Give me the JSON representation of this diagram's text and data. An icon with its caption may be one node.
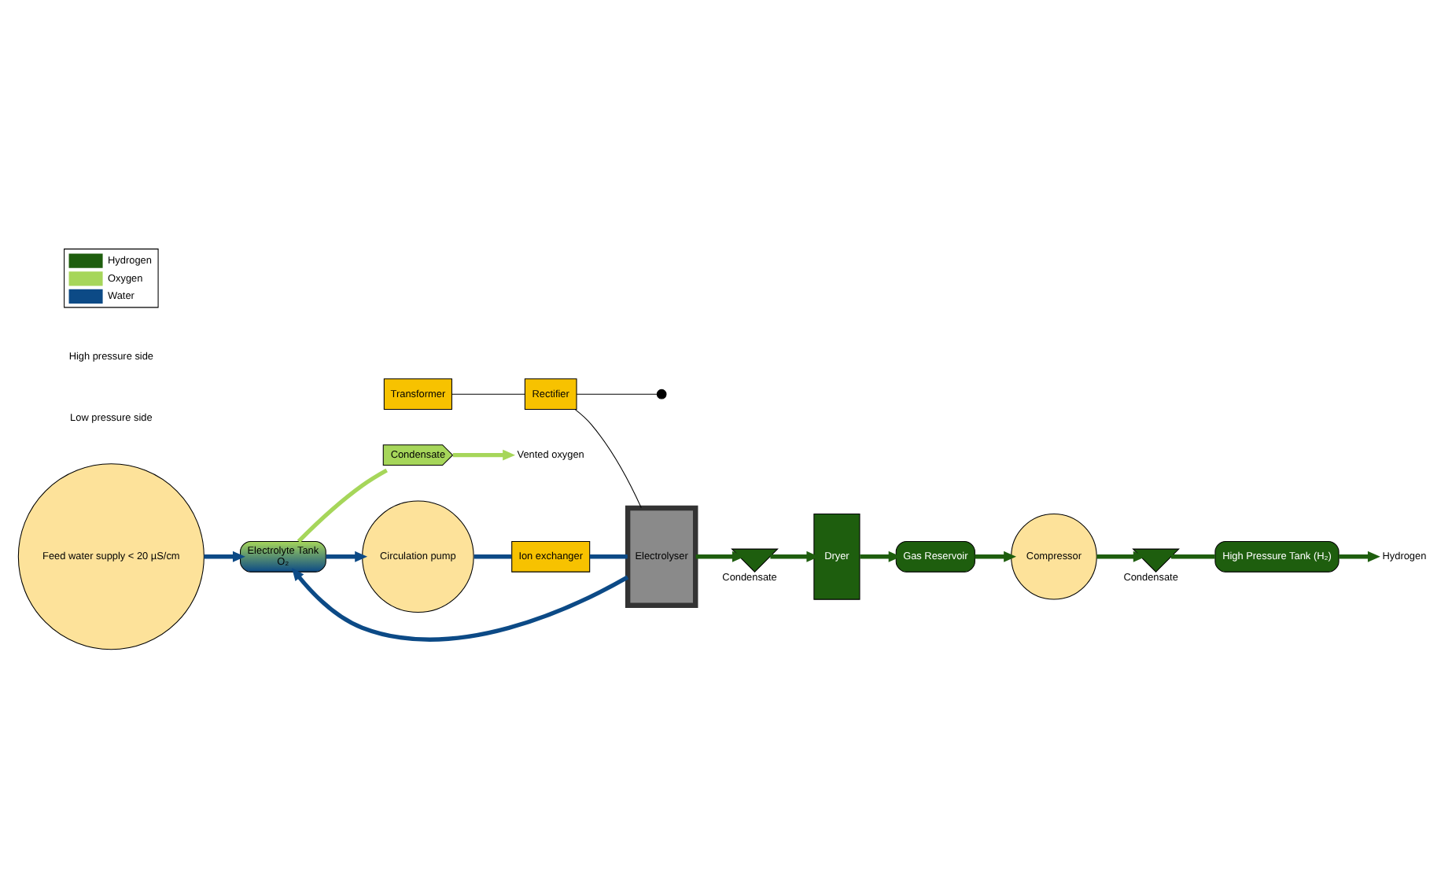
{
  "diagram": {
    "nodes": [
      {
        "text": [
          "Vented oxygen"
        ]
      },
      {
        "text": [
          "Condensate"
        ]
      },
      {
        "text": [
          "Electrolyte Tank",
          "O₂"
        ]
      },
      {
        "text": [
          "Feed water supply < 20 µS/cm"
        ]
      },
      {
        "text": [
          "Ion exchanger"
        ]
      },
      {
        "text": [
          "Circulation pump"
        ]
      },
      {
        "text": [
          "Electrolyser"
        ]
      },
      {
        "text": [
          "Condensate"
        ]
      },
      {
        "text": [
          "Dryer"
        ]
      },
      {
        "text": [
          "Gas Reservoir"
        ]
      },
      {
        "text": [
          "Compressor"
        ]
      },
      {
        "text": [
          "Condensate"
        ]
      },
      {
        "text": [
          "High Pressure Tank (H₂)"
        ]
      },
      {
        "text": [
          "Hydrogen"
        ]
      },
      {
        "text": [
          "Transformer"
        ]
      },
      {
        "text": [
          "Rectifier"
        ]
      },
      {
        "text": [],
        "shape": "ground"
      }
    ],
    "edges": [
      {
        "from": 2,
        "to": 1,
        "arrow": "none",
        "color": "#a6d65a"
      },
      {
        "from": 1,
        "to": 0,
        "arrow": "to",
        "color": "#a6d65a"
      },
      {
        "from": 3,
        "to": 2,
        "arrow": "to",
        "color": "#0c4a86"
      },
      {
        "from": 6,
        "to": 2,
        "arrow": "to",
        "color": "#0c4a86"
      },
      {
        "from": 2,
        "to": 5,
        "arrow": "to",
        "color": "#0c4a86"
      },
      {
        "from": 5,
        "to": 4,
        "arrow": "none",
        "color": "#0c4a86"
      },
      {
        "from": 4,
        "to": 6,
        "arrow": "none",
        "color": "#0c4a86"
      },
      {
        "from": 6,
        "to": 7,
        "arrow": "to"
      },
      {
        "from": 7,
        "to": 8,
        "arrow": "to"
      },
      {
        "from": 8,
        "to": 9,
        "arrow": "to"
      },
      {
        "from": 9,
        "to": 10,
        "arrow": "to"
      },
      {
        "from": 10,
        "to": 11,
        "arrow": "to"
      },
      {
        "from": 11,
        "to": 12,
        "arrow": "none"
      },
      {
        "from": 12,
        "to": 13,
        "arrow": "to"
      },
      {
        "from": 14,
        "to": 15,
        "arrow": "none",
        "color": "#000000"
      },
      {
        "from": 15,
        "to": 6,
        "arrow": "none",
        "color": "#000000"
      },
      {
        "from": 15,
        "to": 16,
        "arrow": "none",
        "color": "#000000"
      }
    ],
    "labels": [
      "Low pressure side",
      "High pressure side"
    ],
    "legend": [
      {
        "text": "Hydrogen",
        "color": "#1e5e0e"
      },
      {
        "text": "Oxygen",
        "color": "#a6d65a"
      },
      {
        "text": "Water",
        "color": "#0c4a86"
      }
    ]
  }
}
